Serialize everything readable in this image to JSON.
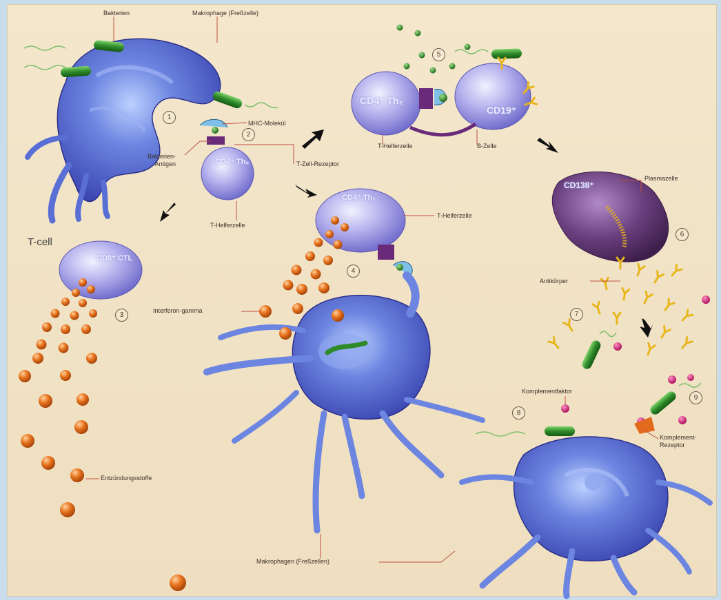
{
  "labels": {
    "bakterien": "Bakterien",
    "makrophage_fresszelle": "Makrophage (Freßzelle)",
    "mhc_molekuel": "MHC-Molekül",
    "bakterien_antigen": "Bakterien-\nAntigen",
    "t_zell_rezeptor": "T-Zell-Rezeptor",
    "t_helferzelle_1": "T-Helferzelle",
    "t_helferzelle_2": "T-Helferzelle",
    "t_helferzelle_3": "T-Helferzelle",
    "b_zelle": "B-Zelle",
    "plasmazelle": "Plasmazelle",
    "t_cell": "T-cell",
    "interferon_gamma": "Interferon-gamma",
    "antikoerper": "Antikörper",
    "komplementfaktor": "Komplementfaktor",
    "komplement_rezeptor": "Komplement-\nRezeptor",
    "entzuendungsstoffe": "Entzündungsstoffe",
    "makrophagen_fresszellen": "Makrophagen (Freßzellen)"
  },
  "cell_markers": {
    "cd4_th0": "CD4⁺ Th₀",
    "cd4_th2": "CD4⁺ Th₂",
    "cd4_th1": "CD4⁺ Th₁",
    "cd19": "CD19⁺",
    "cd138": "CD138⁺",
    "cd8_ctl": "CD8⁺ CTL"
  },
  "step_numbers": [
    "1",
    "2",
    "3",
    "4",
    "5",
    "6",
    "7",
    "8",
    "9"
  ],
  "colors": {
    "macrophage": "#5a6fd6",
    "t_cell": "#b9b6ef",
    "b_cell": "#b0b2ee",
    "plasma_cell": "#6a3f7e",
    "bacteria": "#2f8a2a",
    "antibody": "#e8b61c",
    "cytokine": "#e0701c",
    "complement": "#d0237a",
    "receptor": "#7a2a86",
    "background": "#f3e5c8"
  }
}
